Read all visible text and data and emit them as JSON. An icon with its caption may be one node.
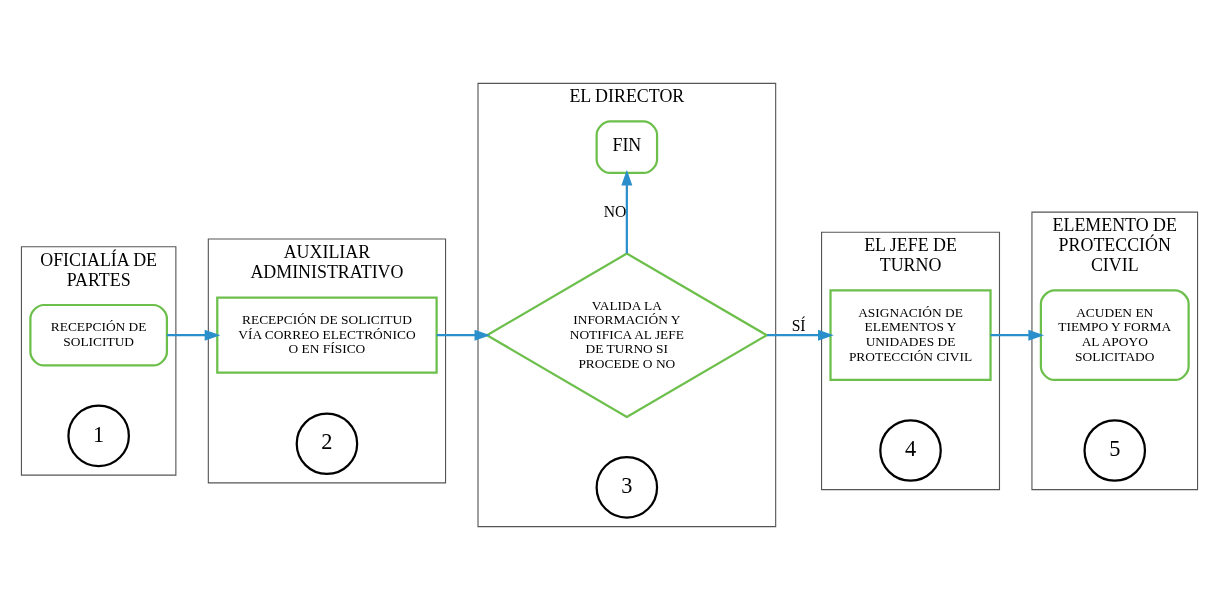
{
  "diagram": {
    "nodes": [
      {
        "text": [
          "OFICIALÍA DE PARTES"
        ]
      },
      {
        "text": [
          "RECEPCIÓN DE SOLICITUD"
        ],
        "in": 0
      },
      {
        "text": [
          "1"
        ],
        "in": 0
      },
      {
        "text": [
          "AUXILIAR ADMINISTRATIVO"
        ]
      },
      {
        "text": [
          "RECEPCIÓN DE SOLICITUD VÍA CORREO ELECTRÓNICO O EN FÍSICO"
        ],
        "in": 3
      },
      {
        "text": [
          "2"
        ],
        "in": 3
      },
      {
        "text": [
          "EL DIRECTOR"
        ]
      },
      {
        "text": [
          "VALIDA LA INFORMACIÓN Y NOTIFICA AL JEFE DE TURNO SI PROCEDE O NO"
        ],
        "in": 6
      },
      {
        "text": [
          "3"
        ],
        "in": 6
      },
      {
        "text": [
          "FIN"
        ],
        "in": 6
      },
      {
        "text": [
          "EL JEFE DE TURNO"
        ]
      },
      {
        "text": [
          "ASIGNACIÓN DE ELEMENTOS Y UNIDADES DE PROTECCIÓN CIVIL"
        ],
        "in": 10
      },
      {
        "text": [
          "4"
        ],
        "in": 10
      },
      {
        "text": [
          "ELEMENTO DE PROTECCIÓN CIVIL"
        ]
      },
      {
        "text": [
          "ACUDEN EN TIEMPO Y FORMA AL APOYO SOLICITADO"
        ],
        "in": 13
      },
      {
        "text": [
          "5"
        ],
        "in": 13
      }
    ],
    "edges": [
      {
        "from": 1,
        "to": 4,
        "arrow": "to"
      },
      {
        "from": 4,
        "to": 7,
        "arrow": "to"
      },
      {
        "from": 7,
        "to": 11,
        "arrow": "to",
        "label": "SÍ"
      },
      {
        "from": 7,
        "to": 9,
        "arrow": "to",
        "label": "NO"
      },
      {
        "from": 11,
        "to": 14,
        "arrow": "to"
      }
    ]
  }
}
